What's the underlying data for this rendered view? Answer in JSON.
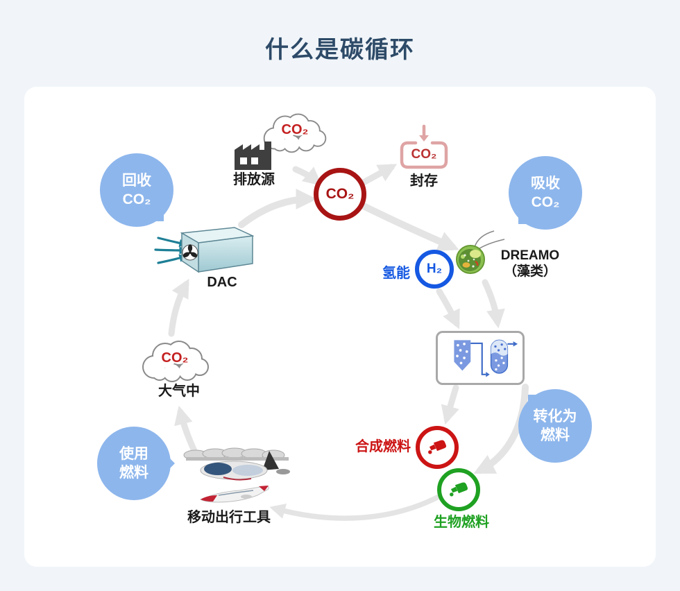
{
  "page": {
    "title": "什么是碳循环"
  },
  "colors": {
    "background": "#f1f5f9",
    "card": "#ffffff",
    "title": "#2d4a68",
    "label": "#1a1a1a",
    "bubble-blue": "#8db6ec",
    "co2-red": "#a81414",
    "cloud-co2-red": "#c42020",
    "hydrogen-blue": "#1558e2",
    "fuel-red": "#cc1414",
    "fuel-green": "#1fa122",
    "pink": "#dfa4a4",
    "pink-text": "#bb3333",
    "arrow-gray": "#e4e4e4",
    "dac-teal": "#1d7f96"
  },
  "nodes": {
    "emission": {
      "label": "排放源",
      "cloud_text": "CO₂"
    },
    "co2_hub": {
      "text": "CO₂"
    },
    "sequestration": {
      "label": "封存",
      "box_text": "CO₂"
    },
    "absorb_bubble": {
      "line1": "吸收",
      "line2": "CO₂"
    },
    "algae": {
      "name": "DREAMO",
      "subname": "（藻类）"
    },
    "hydrogen": {
      "label": "氢能",
      "text": "H₂"
    },
    "convert_bubble": {
      "line1": "转化为",
      "line2": "燃料"
    },
    "synthetic_fuel": {
      "label": "合成燃料"
    },
    "biofuel": {
      "label": "生物燃料"
    },
    "mobility": {
      "label": "移动出行工具"
    },
    "use_bubble": {
      "line1": "使用",
      "line2": "燃料"
    },
    "atmosphere": {
      "label": "大气中",
      "cloud_text": "CO₂"
    },
    "dac": {
      "label": "DAC"
    },
    "recycle_bubble": {
      "line1": "回收",
      "line2": "CO₂"
    }
  },
  "icons": [
    "factory-icon",
    "co2-cloud-icon",
    "co2-ring-icon",
    "sequestration-box-icon",
    "algae-cell-icon",
    "h2-ring-icon",
    "reactor-icon",
    "fuel-nozzle-icon",
    "evtol-aircraft-icon",
    "jet-aircraft-icon",
    "dac-unit-icon",
    "speech-bubble-icon"
  ]
}
